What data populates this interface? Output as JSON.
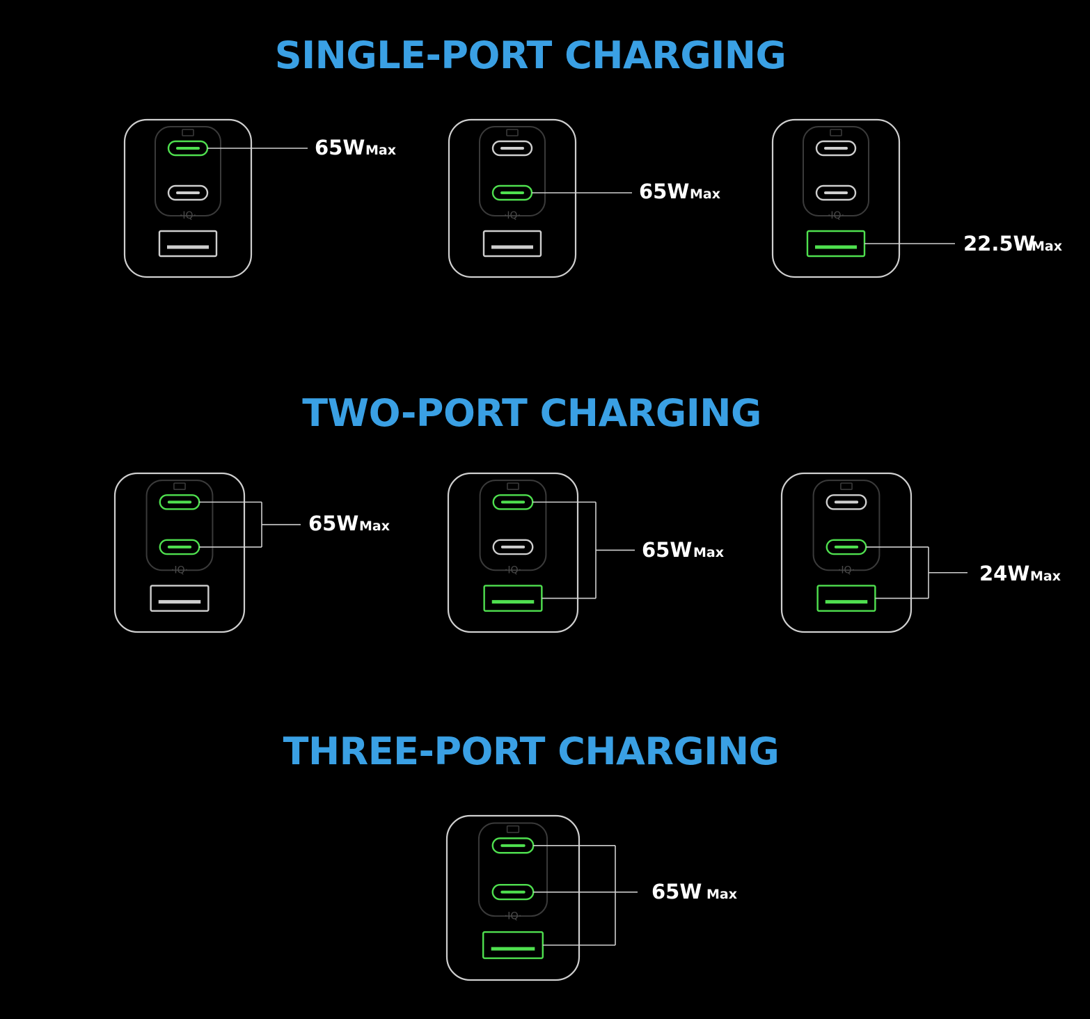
{
  "colors": {
    "background": "#000000",
    "heading": "#3aa0e4",
    "outline": "#cfcfcf",
    "active": "#4fe04f",
    "label": "#ffffff",
    "inner_outline": "#3a3a3a"
  },
  "port_labels": {
    "iq_mark": "·IQ·"
  },
  "sections": [
    {
      "title": "SINGLE-PORT CHARGING",
      "configs": [
        {
          "active_ports": [
            "c1"
          ],
          "watt": "65W",
          "unit": "Max"
        },
        {
          "active_ports": [
            "c2"
          ],
          "watt": "65W",
          "unit": "Max"
        },
        {
          "active_ports": [
            "a"
          ],
          "watt": "22.5W",
          "unit": "Max"
        }
      ]
    },
    {
      "title": "TWO-PORT CHARGING",
      "configs": [
        {
          "active_ports": [
            "c1",
            "c2"
          ],
          "watt": "65W",
          "unit": "Max"
        },
        {
          "active_ports": [
            "c1",
            "a"
          ],
          "watt": "65W",
          "unit": "Max"
        },
        {
          "active_ports": [
            "c2",
            "a"
          ],
          "watt": "24W",
          "unit": "Max"
        }
      ]
    },
    {
      "title": "THREE-PORT CHARGING",
      "configs": [
        {
          "active_ports": [
            "c1",
            "c2",
            "a"
          ],
          "watt": "65W",
          "unit": "Max"
        }
      ]
    }
  ]
}
